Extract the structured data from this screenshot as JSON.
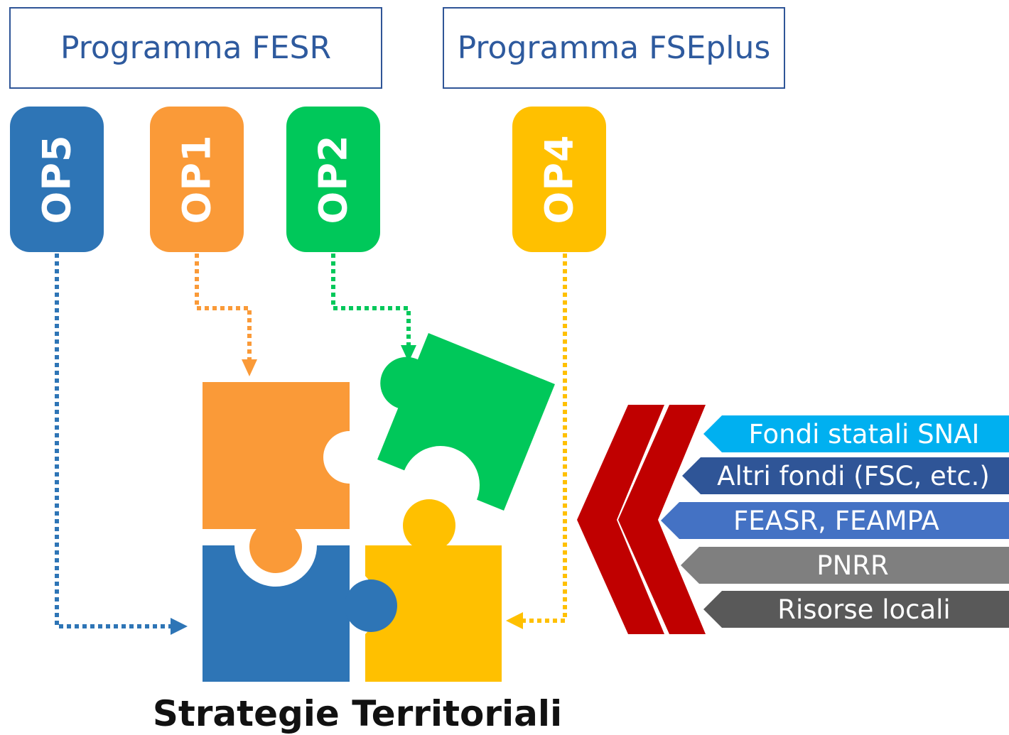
{
  "programs": {
    "fesr": "Programma FESR",
    "fseplus": "Programma FSEplus"
  },
  "objectives": [
    {
      "label": "OP5",
      "color": "#2e75b6"
    },
    {
      "label": "OP1",
      "color": "#fa9a38"
    },
    {
      "label": "OP2",
      "color": "#00c85a"
    },
    {
      "label": "OP4",
      "color": "#ffc000"
    }
  ],
  "funds": [
    {
      "label": "Fondi statali SNAI",
      "color": "#00b0f0"
    },
    {
      "label": "Altri fondi (FSC, etc.)",
      "color": "#2f5597"
    },
    {
      "label": "FEASR, FEAMPA",
      "color": "#4472c4"
    },
    {
      "label": "PNRR",
      "color": "#7f7f7f"
    },
    {
      "label": "Risorse locali",
      "color": "#595959"
    }
  ],
  "chevron_color": "#c00000",
  "footer_title": "Strategie Territoriali"
}
